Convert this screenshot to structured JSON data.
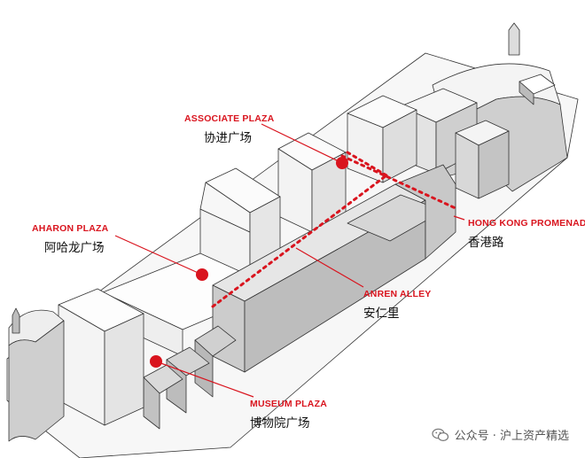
{
  "accent": "#d9141e",
  "labels": {
    "associate_plaza": {
      "en": "ASSOCIATE PLAZA",
      "cn": "协进广场"
    },
    "aharon_plaza": {
      "en": "AHARON PLAZA",
      "cn": "阿哈龙广场"
    },
    "hong_kong_promenade": {
      "en": "HONG KONG PROMENADE",
      "cn": "香港路"
    },
    "anren_alley": {
      "en": "ANREN ALLEY",
      "cn": "安仁里"
    },
    "museum_plaza": {
      "en": "MUSEUM PLAZA",
      "cn": "博物院广场"
    }
  },
  "watermark": {
    "text": "公众号 · 沪上资产精选",
    "icon": "wechat-icon"
  }
}
